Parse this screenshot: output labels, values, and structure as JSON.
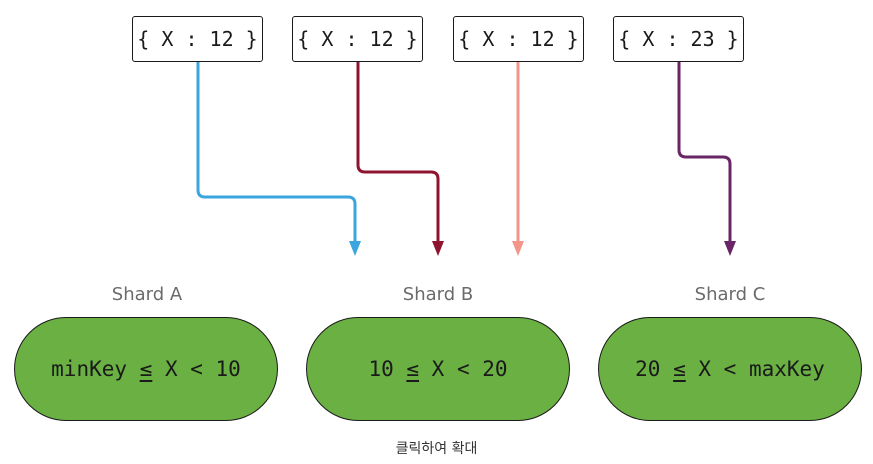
{
  "documents": [
    {
      "text": "{ X : 12 }",
      "color": "#3aa6dd"
    },
    {
      "text": "{ X : 12 }",
      "color": "#8f1430"
    },
    {
      "text": "{ X : 12 }",
      "color": "#f4958a"
    },
    {
      "text": "{ X : 23 }",
      "color": "#6a2566"
    }
  ],
  "shards": [
    {
      "label": "Shard A",
      "range_left": "minKey ",
      "range_le": "≤",
      "range_right": " X < 10"
    },
    {
      "label": "Shard B",
      "range_left": "10 ",
      "range_le": "≤",
      "range_right": " X < 20"
    },
    {
      "label": "Shard C",
      "range_left": "20 ",
      "range_le": "≤",
      "range_right": " X < maxKey"
    }
  ],
  "caption": "클릭하여 확대",
  "colors": {
    "shard_fill": "#6ab042"
  }
}
